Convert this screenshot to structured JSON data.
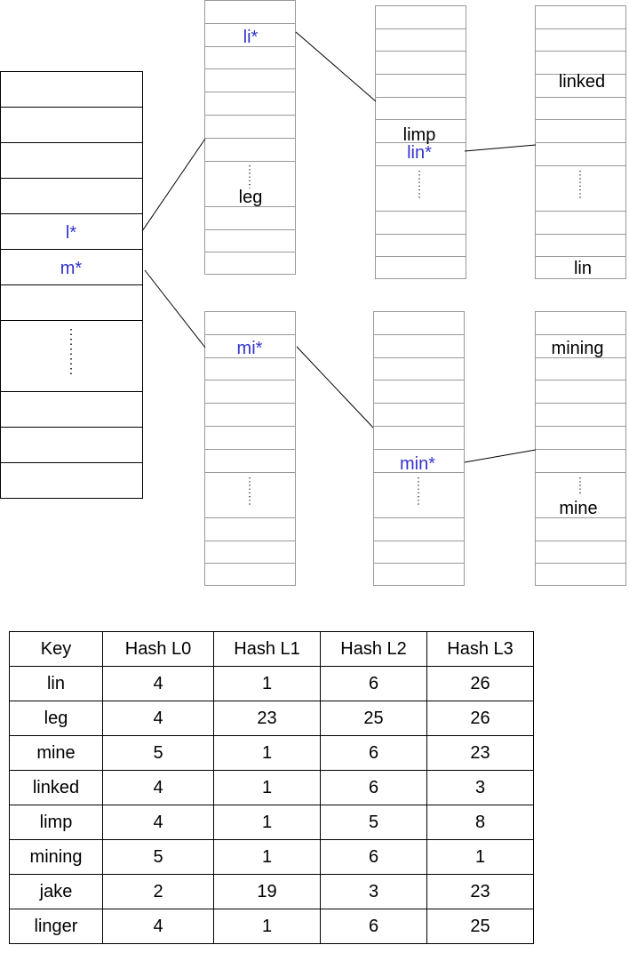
{
  "colors": {
    "highlight": "#3333cc",
    "text": "#000000",
    "line": "#000000",
    "cell_border": "#999999"
  },
  "diagram": {
    "level0": {
      "key_l": "l*",
      "key_m": "m*"
    },
    "level1_upper": {
      "key_li": "li*",
      "key_leg": "leg"
    },
    "level1_lower": {
      "key_mi": "mi*"
    },
    "level2_upper": {
      "key_limp": "limp",
      "key_lin": "lin*"
    },
    "level2_lower": {
      "key_min": "min*"
    },
    "level3_upper": {
      "key_linked": "linked",
      "key_lin": "lin"
    },
    "level3_lower": {
      "key_mining": "mining",
      "key_mine": "mine"
    }
  },
  "table": {
    "headers": [
      "Key",
      "Hash L0",
      "Hash L1",
      "Hash L2",
      "Hash L3"
    ],
    "rows": [
      [
        "lin",
        "4",
        "1",
        "6",
        "26"
      ],
      [
        "leg",
        "4",
        "23",
        "25",
        "26"
      ],
      [
        "mine",
        "5",
        "1",
        "6",
        "23"
      ],
      [
        "linked",
        "4",
        "1",
        "6",
        "3"
      ],
      [
        "limp",
        "4",
        "1",
        "5",
        "8"
      ],
      [
        "mining",
        "5",
        "1",
        "6",
        "1"
      ],
      [
        "jake",
        "2",
        "19",
        "3",
        "23"
      ],
      [
        "linger",
        "4",
        "1",
        "6",
        "25"
      ]
    ]
  }
}
